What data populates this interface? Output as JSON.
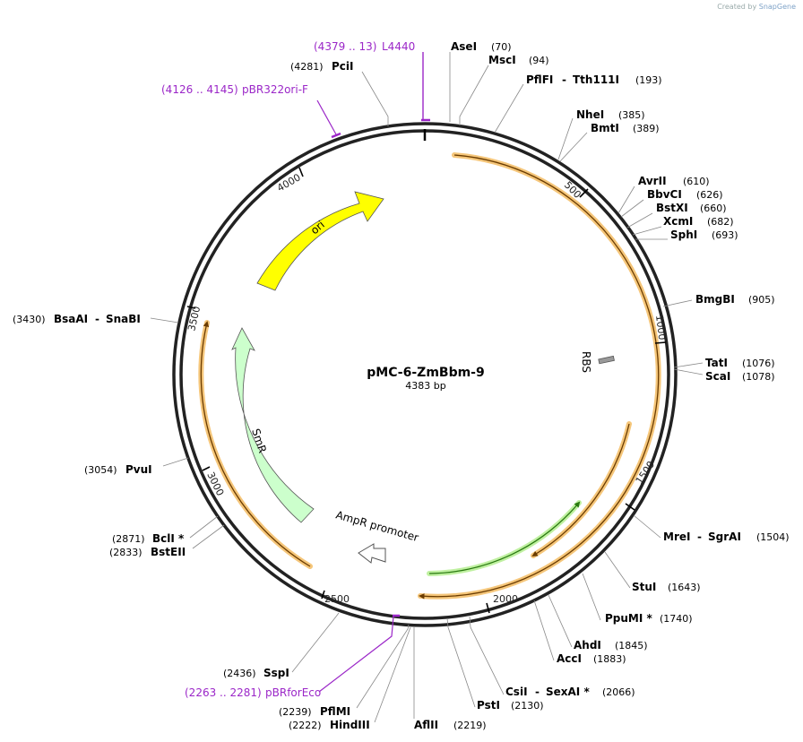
{
  "watermark": {
    "prefix": "Created by",
    "brand": "SnapGene"
  },
  "plasmid": {
    "name": "pMC-6-ZmBbm-9",
    "length_label": "4383 bp",
    "length": 4383
  },
  "ticks": [
    "500",
    "1000",
    "1500",
    "2000",
    "2500",
    "3000",
    "3500",
    "4000"
  ],
  "enzymes": [
    {
      "name": "AseI",
      "pos": "(70)"
    },
    {
      "name": "MscI",
      "pos": "(94)"
    },
    {
      "name": "PflFI",
      "alt": "Tth111I",
      "pos": "(193)"
    },
    {
      "name": "NheI",
      "pos": "(385)"
    },
    {
      "name": "BmtI",
      "pos": "(389)"
    },
    {
      "name": "AvrII",
      "pos": "(610)"
    },
    {
      "name": "BbvCI",
      "pos": "(626)"
    },
    {
      "name": "BstXI",
      "pos": "(660)"
    },
    {
      "name": "XcmI",
      "pos": "(682)"
    },
    {
      "name": "SphI",
      "pos": "(693)"
    },
    {
      "name": "BmgBI",
      "pos": "(905)"
    },
    {
      "name": "TatI",
      "pos": "(1076)"
    },
    {
      "name": "ScaI",
      "pos": "(1078)"
    },
    {
      "name": "MreI",
      "alt": "SgrAI",
      "pos": "(1504)"
    },
    {
      "name": "StuI",
      "pos": "(1643)"
    },
    {
      "name": "PpuMI *",
      "pos": "(1740)"
    },
    {
      "name": "AhdI",
      "pos": "(1845)"
    },
    {
      "name": "AccI",
      "pos": "(1883)"
    },
    {
      "name": "CsiI",
      "alt": "SexAI *",
      "pos": "(2066)"
    },
    {
      "name": "PstI",
      "pos": "(2130)"
    },
    {
      "name": "AflII",
      "pos": "(2219)"
    },
    {
      "name": "HindIII",
      "pos": "(2222)"
    },
    {
      "name": "PflMI",
      "pos": "(2239)"
    },
    {
      "name": "SspI",
      "pos": "(2436)"
    },
    {
      "name": "BstEII",
      "pos": "(2833)"
    },
    {
      "name": "BclI *",
      "pos": "(2871)"
    },
    {
      "name": "PvuI",
      "pos": "(3054)"
    },
    {
      "name": "BsaAI",
      "alt": "SnaBI",
      "pos": "(3430)"
    },
    {
      "name": "PciI",
      "pos": "(4281)"
    }
  ],
  "primers": [
    {
      "name": "L4440",
      "pos": "(4379 .. 13)"
    },
    {
      "name": "pBR322ori-F",
      "pos": "(4126 .. 4145)"
    },
    {
      "name": "pBRforEco",
      "pos": "(2263 .. 2281)"
    }
  ],
  "features": [
    {
      "name": "ori",
      "color": "#ffff00"
    },
    {
      "name": "SmR",
      "color": "#ccffcc"
    },
    {
      "name": "AmpR promoter",
      "color": "#ffffff"
    },
    {
      "name": "RBS",
      "color": "#999999"
    }
  ],
  "colors": {
    "orf": "#f5c67a",
    "orf_line": "#6b3c00",
    "green_feature": "#55aa22",
    "primer": "#9b27c8",
    "backbone": "#222222"
  }
}
